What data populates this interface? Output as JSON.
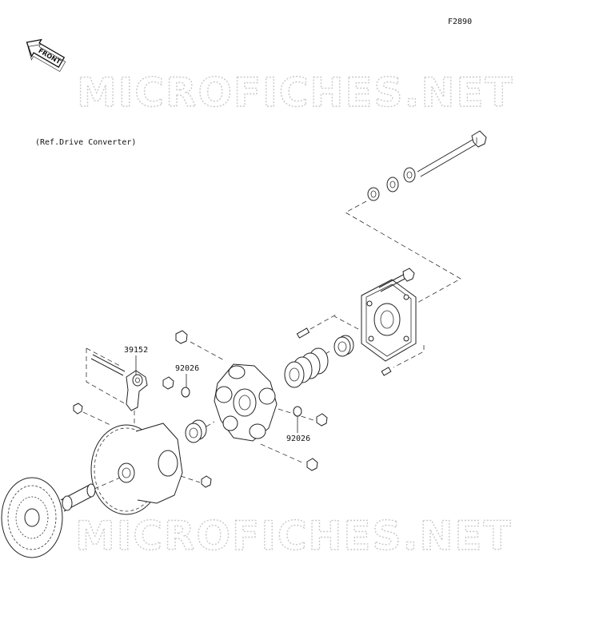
{
  "figure_code": "F2890",
  "front_arrow_label": "FRONT",
  "reference_note": "(Ref.Drive Converter)",
  "watermark_text": "MICROFICHES.NET",
  "callouts": [
    {
      "id": "callout-39152",
      "part_number": "39152"
    },
    {
      "id": "callout-92026-left",
      "part_number": "92026"
    },
    {
      "id": "callout-92026-right",
      "part_number": "92026"
    }
  ],
  "colors": {
    "line": "#222222",
    "watermark": "#c9c9c9",
    "background": "#ffffff"
  }
}
